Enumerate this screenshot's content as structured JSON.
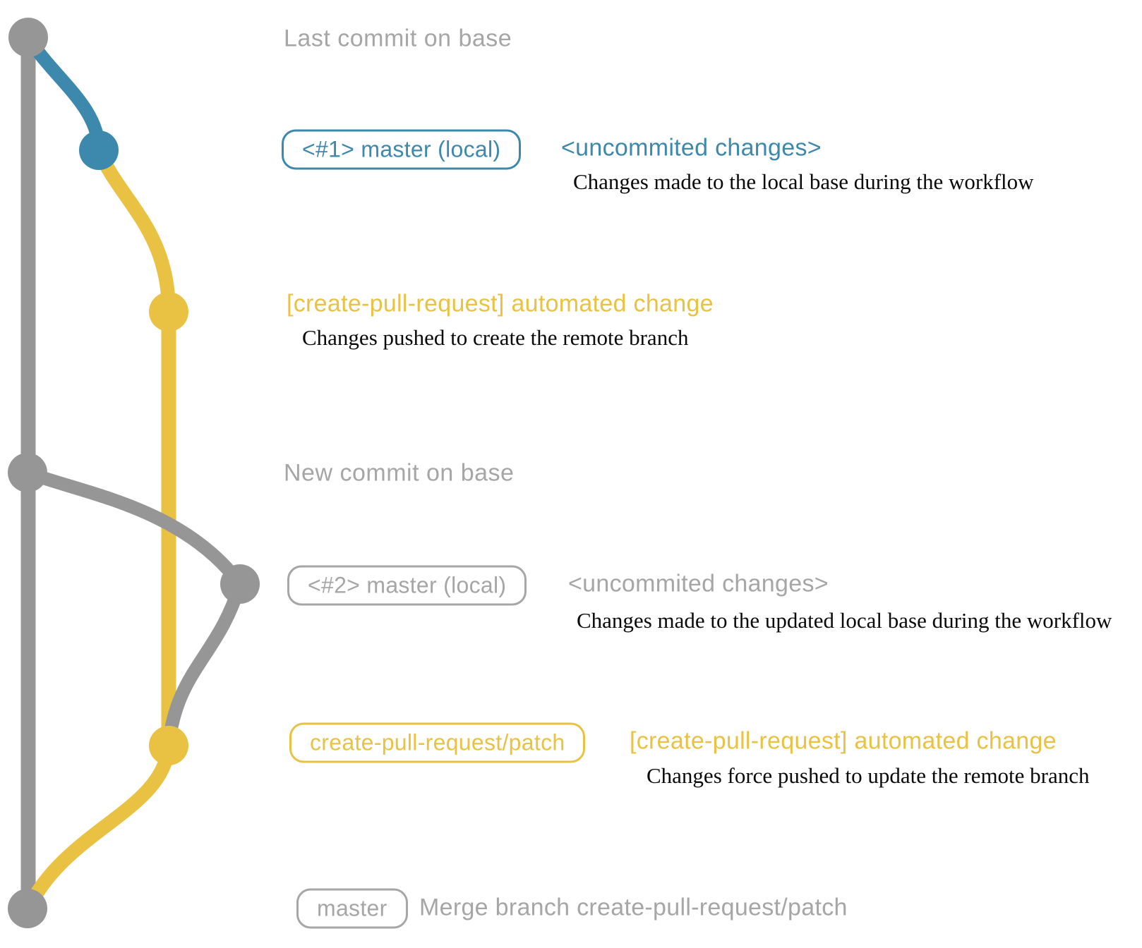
{
  "colors": {
    "background": "#ffffff",
    "gray": "#969696",
    "gray_text": "#a6a6a6",
    "blue": "#3d89ae",
    "yellow": "#eac243",
    "description_text": "#0a0a0a"
  },
  "commits": [
    {
      "id": "last-commit-on-base",
      "title": "Last commit on base"
    },
    {
      "id": "local-master-1",
      "branch_label": "<#1> master (local)",
      "message": "<uncommited changes>",
      "description": "Changes made to the local base during the workflow"
    },
    {
      "id": "remote-patch-1",
      "message": "[create-pull-request] automated change",
      "description": "Changes pushed to create the remote branch"
    },
    {
      "id": "new-commit-on-base",
      "title": "New commit on base"
    },
    {
      "id": "local-master-2",
      "branch_label": "<#2> master (local)",
      "message": "<uncommited changes>",
      "description": "Changes made to the updated local base during the workflow"
    },
    {
      "id": "remote-patch-2",
      "branch_label": "create-pull-request/patch",
      "message": "[create-pull-request] automated change",
      "description": "Changes force pushed to update the remote branch"
    },
    {
      "id": "merge-commit",
      "branch_label": "master",
      "message": "Merge branch create-pull-request/patch"
    }
  ]
}
